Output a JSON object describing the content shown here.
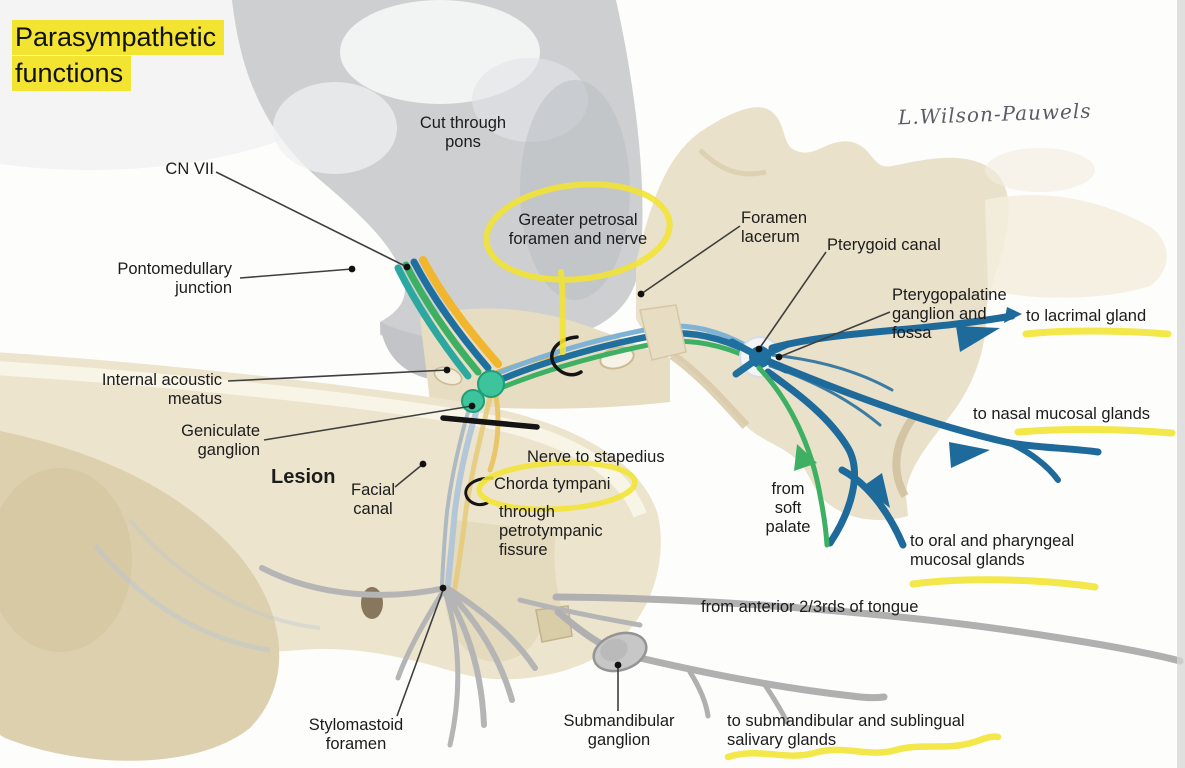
{
  "title": {
    "line1": "Parasympathetic",
    "line2": "functions"
  },
  "signature": "L.Wilson-Pauwels",
  "labels": {
    "cut_through_pons": "Cut through\npons",
    "cn_vii": "CN VII",
    "pontomedullary": "Pontomedullary\njunction",
    "internal_acoustic": "Internal acoustic\nmeatus",
    "geniculate": "Geniculate\nganglion",
    "lesion": "Lesion",
    "facial_canal": "Facial\ncanal",
    "greater_petrosal": "Greater petrosal\nforamen and nerve",
    "foramen_lacerum": "Foramen\nlacerum",
    "pterygoid_canal": "Pterygoid canal",
    "pterygopalatine": "Pterygopalatine\nganglion and\nfossa",
    "to_lacrimal": "to lacrimal gland",
    "to_nasal": "to nasal mucosal glands",
    "nerve_to_stapedius": "Nerve to stapedius",
    "chorda_tympani": "Chorda tympani",
    "petrotympanic": "through\npetrotympanic\nfissure",
    "from_soft_palate": "from\nsoft\npalate",
    "to_oral": "to oral and pharyngeal\nmucosal glands",
    "from_tongue": "from anterior 2/3rds of tongue",
    "stylomastoid": "Stylomastoid\nforamen",
    "submandibular_ganglion": "Submandibular\nganglion",
    "to_submandibular": "to submandibular and sublingual\nsalivary glands"
  },
  "colors": {
    "highlight_yellow": "#f2e431",
    "nerve_blue": "#1e6a9b",
    "nerve_green": "#3eb064",
    "nerve_teal": "#2ba8a0",
    "nerve_yellow": "#f2b52e",
    "bone_tan": "#e9e1ca",
    "pons_gray": "#cdcfd1",
    "branch_gray": "#b5b5b5"
  }
}
